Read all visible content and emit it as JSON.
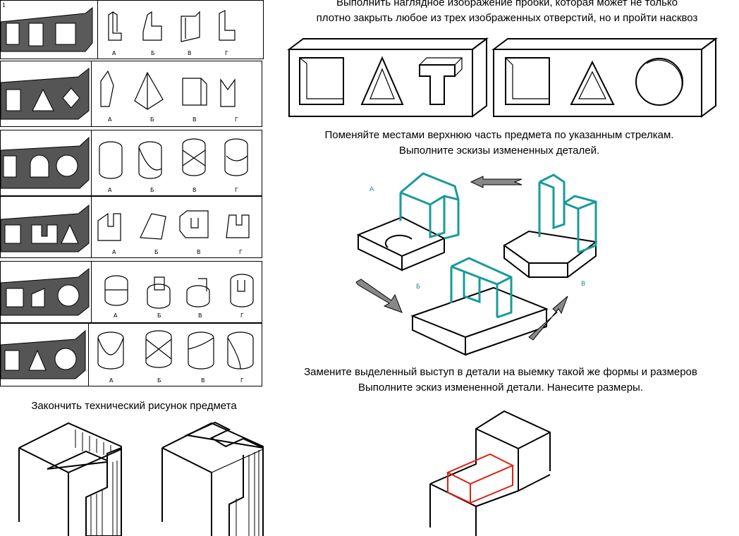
{
  "task_1": {
    "line1": "Выполнить наглядное изображение пробки, которая может не только",
    "line2": "плотно закрыть любое из трех изображенных отверстий, но и пройти насквоз"
  },
  "task_2": {
    "line1": "Поменяйте местами верхнюю часть предмета по указанным стрелкам.",
    "line2": "Выполните эскизы измененных деталей."
  },
  "task_3": {
    "line1": "Замените выделенный выступ в детали на выемку такой же формы и размеров",
    "line2": "Выполните эскиз измененной детали. Нанесите размеры."
  },
  "task_4": {
    "title": "Закончить технический рисунок предмета"
  },
  "left_column": {
    "first_row_number": "1",
    "rows": [
      {
        "labels": [
          "А",
          "Б",
          "В",
          "Г"
        ]
      },
      {
        "labels": [
          "А",
          "Б",
          "В",
          "Г"
        ]
      },
      {
        "labels": [
          "А",
          "Б",
          "В",
          "Г"
        ]
      },
      {
        "labels": [
          "А",
          "Б",
          "В",
          "Г"
        ]
      },
      {
        "labels": [
          "А",
          "Б",
          "В",
          "Г"
        ]
      },
      {
        "labels": [
          "А",
          "Б",
          "В",
          "Г"
        ]
      }
    ]
  },
  "swap_figure": {
    "labels": [
      "А",
      "Б",
      "В"
    ]
  },
  "colors": {
    "highlight_teal": "#1a9a9a",
    "highlight_red": "#e02010",
    "plate_dark": "#333333"
  }
}
